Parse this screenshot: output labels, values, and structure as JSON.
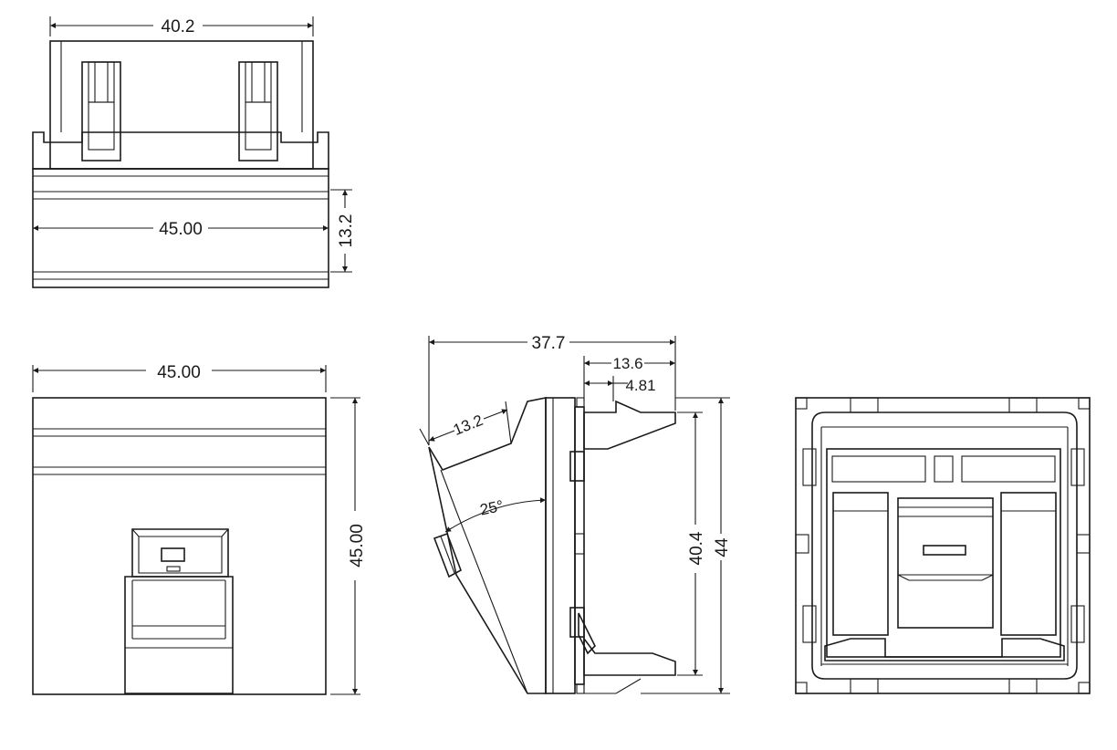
{
  "dimensions": {
    "top_view_width": "40.2",
    "top_view_base_width": "45.00",
    "top_view_height": "13.2",
    "front_width": "45.00",
    "front_height": "45.00",
    "side_depth": "37.7",
    "side_body_depth": "13.6",
    "side_offset": "4.81",
    "side_face_length": "13.2",
    "side_angle": "25°",
    "side_inner_height": "40.4",
    "side_total_height": "44"
  },
  "colors": {
    "line": "#1a1a1a",
    "background": "#ffffff"
  }
}
